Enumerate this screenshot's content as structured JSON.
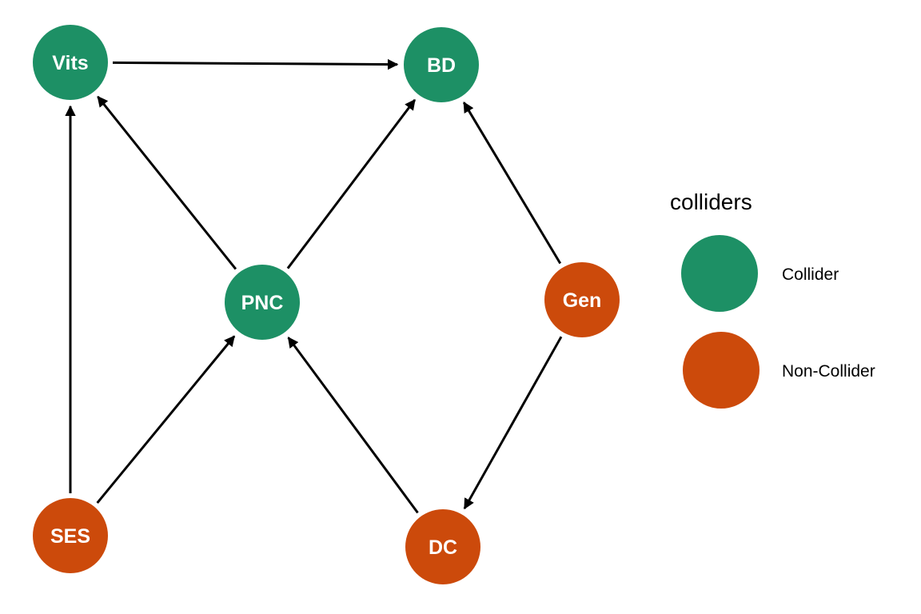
{
  "colors": {
    "collider": "#1d9065",
    "non_collider": "#cc4a0b",
    "edge": "#000000"
  },
  "diagram": {
    "type": "directed-acyclic-graph",
    "nodes": [
      {
        "id": "vits",
        "label": "Vits",
        "group": "collider"
      },
      {
        "id": "bd",
        "label": "BD",
        "group": "collider"
      },
      {
        "id": "pnc",
        "label": "PNC",
        "group": "collider"
      },
      {
        "id": "gen",
        "label": "Gen",
        "group": "non_collider"
      },
      {
        "id": "ses",
        "label": "SES",
        "group": "non_collider"
      },
      {
        "id": "dc",
        "label": "DC",
        "group": "non_collider"
      }
    ],
    "edges": [
      {
        "from": "vits",
        "to": "bd"
      },
      {
        "from": "pnc",
        "to": "vits"
      },
      {
        "from": "pnc",
        "to": "bd"
      },
      {
        "from": "ses",
        "to": "vits"
      },
      {
        "from": "ses",
        "to": "pnc"
      },
      {
        "from": "dc",
        "to": "pnc"
      },
      {
        "from": "gen",
        "to": "bd"
      },
      {
        "from": "gen",
        "to": "dc"
      }
    ]
  },
  "legend": {
    "title": "colliders",
    "items": [
      {
        "group": "collider",
        "label": "Collider"
      },
      {
        "group": "non_collider",
        "label": "Non-Collider"
      }
    ]
  }
}
